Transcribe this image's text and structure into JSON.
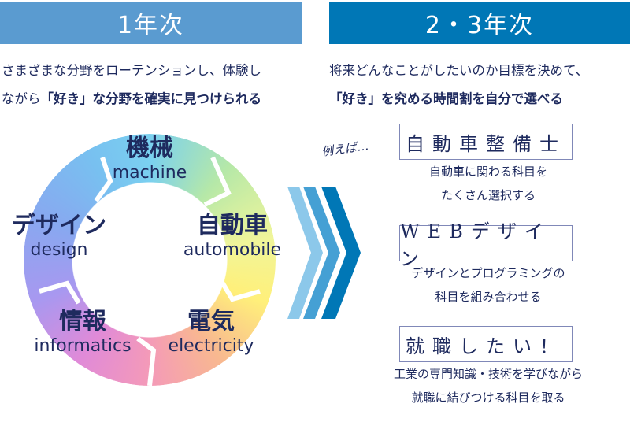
{
  "headers": {
    "first": "1年次",
    "second": "2・3年次"
  },
  "first_desc": {
    "line1": "さまざまな分野をローテンションし、体験し",
    "line2_pre": "ながら",
    "line2_bold": "「好き」な分野を確実に見つけられる"
  },
  "second_desc": {
    "line1": "将来どんなことがしたいのか目標を決めて、",
    "line2_bold": "「好き」を究める時間割を自分で選べる"
  },
  "cycle": [
    {
      "jp": "機械",
      "en": "machine"
    },
    {
      "jp": "自動車",
      "en": "automobile"
    },
    {
      "jp": "電気",
      "en": "electricity"
    },
    {
      "jp": "情報",
      "en": "informatics"
    },
    {
      "jp": "デザイン",
      "en": "design"
    }
  ],
  "example_label": "例えば…",
  "examples": [
    {
      "title": "自動車整備士",
      "lines": [
        "自動車に関わる科目を",
        "たくさん選択する"
      ]
    },
    {
      "title": "WEBデザイン",
      "lines": [
        "デザインとプログラミングの",
        "科目を組み合わせる"
      ]
    },
    {
      "title": "就職したい！",
      "lines": [
        "工業の専門知識・技術を学びながら",
        "就職に結びつける科目を取る"
      ]
    }
  ],
  "colors": {
    "header1": "#5a9bd0",
    "header2": "#0077b6",
    "text": "#1e2a5e"
  }
}
